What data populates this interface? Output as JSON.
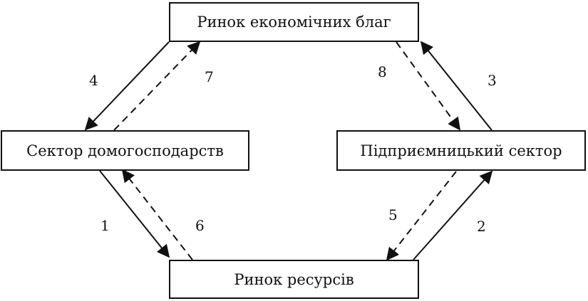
{
  "boxes": {
    "goods_market": "Ринок економічних благ",
    "households": "Сектор домогосподарств",
    "business": "Підприємницький сектор",
    "resource_market": "Ринок ресурсів"
  },
  "flows": {
    "n1": "1",
    "n2": "2",
    "n3": "3",
    "n4": "4",
    "n5": "5",
    "n6": "6",
    "n7": "7",
    "n8": "8"
  },
  "colors": {
    "line": "#111111",
    "background": "#ffffff"
  }
}
